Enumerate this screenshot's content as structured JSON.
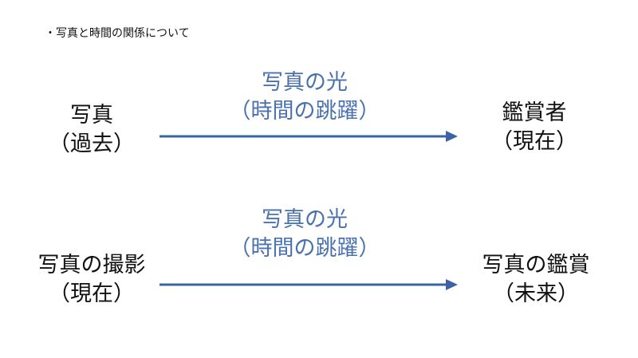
{
  "slide": {
    "heading": "・写真と時間の関係について"
  },
  "colors": {
    "arrow": "#3b64a4",
    "edge_text": "#4a72b0",
    "text": "#111111"
  },
  "rows": [
    {
      "source": {
        "line1": "写真",
        "line2": "（過去）"
      },
      "edge": {
        "line1": "写真の光",
        "line2": "（時間の跳躍）"
      },
      "target": {
        "line1": "鑑賞者",
        "line2": "（現在）"
      }
    },
    {
      "source": {
        "line1": "写真の撮影",
        "line2": "（現在）"
      },
      "edge": {
        "line1": "写真の光",
        "line2": "（時間の跳躍）"
      },
      "target": {
        "line1": "写真の鑑賞",
        "line2": "（未来）"
      }
    }
  ]
}
